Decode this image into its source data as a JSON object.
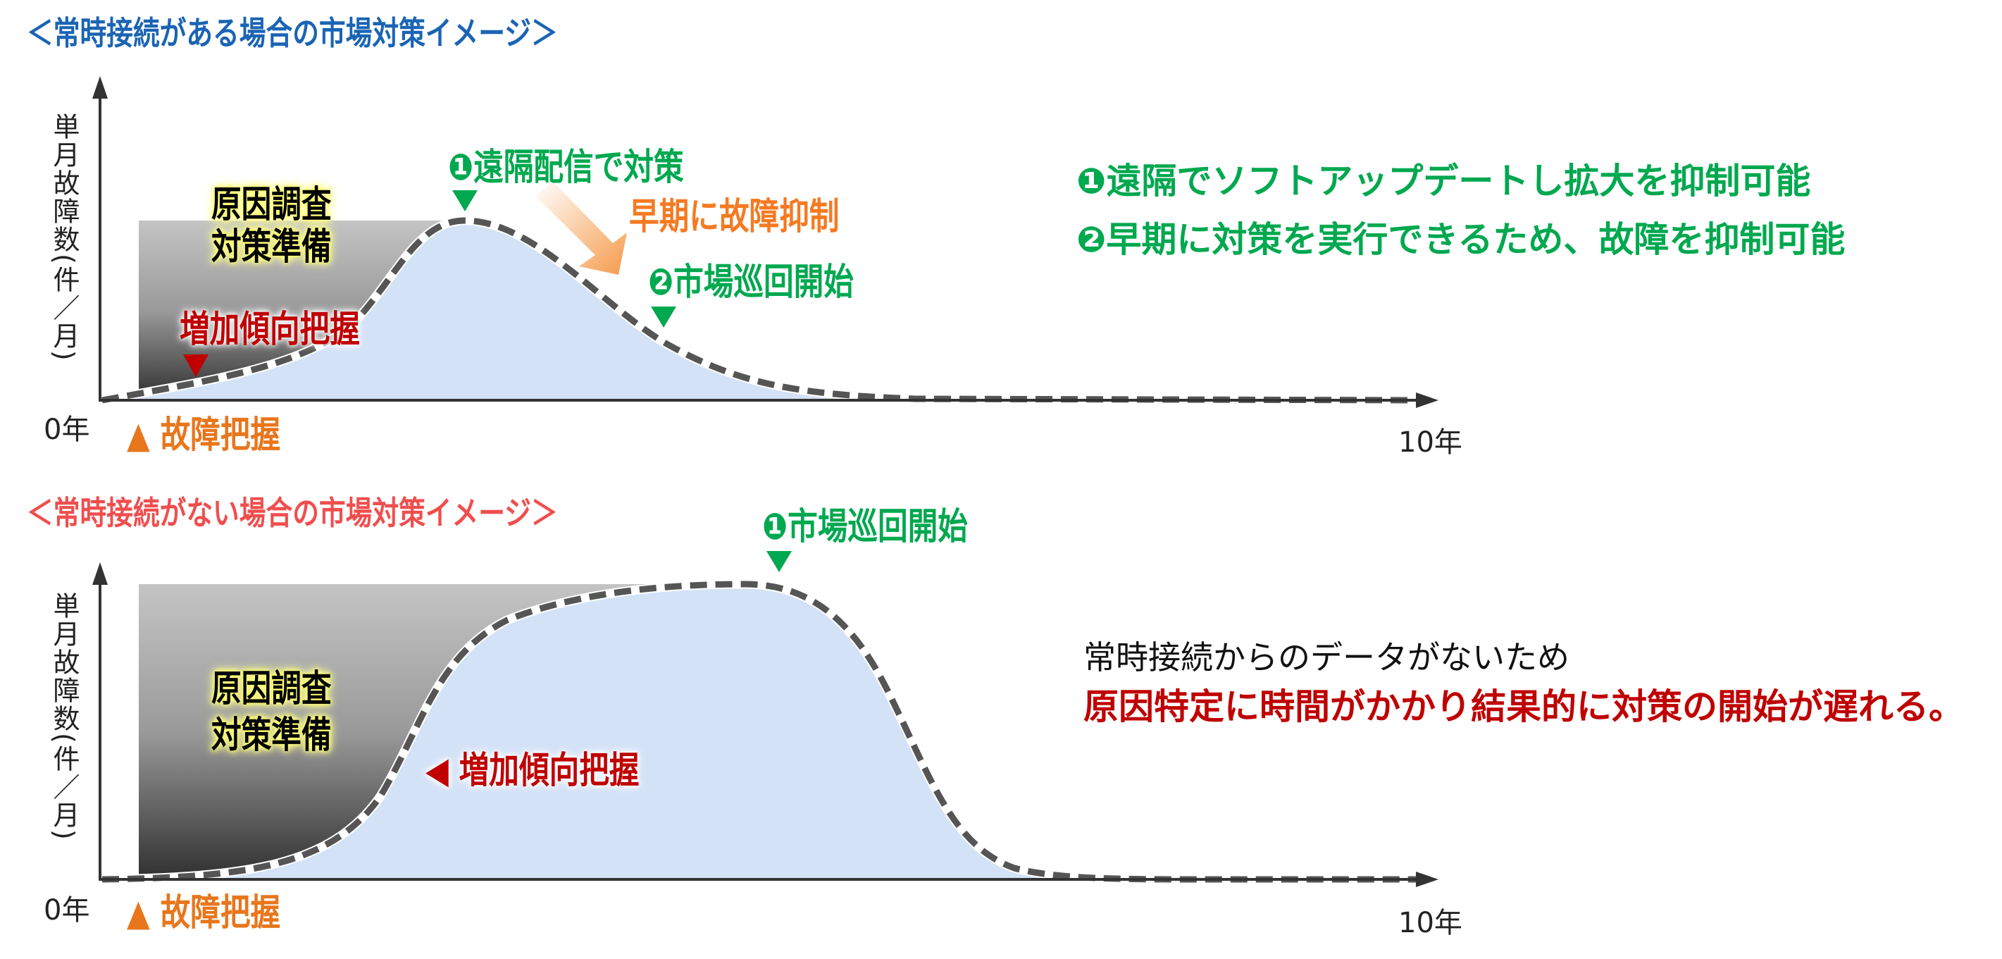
{
  "colors": {
    "blue_title": "#1a64b4",
    "red_title": "#f04e4e",
    "green": "#00a84f",
    "red": "#c00000",
    "orange": "#e8761c",
    "curve_fill": "#d4e2f7",
    "curve_stroke": "#555555"
  },
  "top": {
    "title": "＜常時接続がある場合の市場対策イメージ＞",
    "y_axis_label": "単月故障数(件／月)",
    "x_start": "0年",
    "x_end": "10年",
    "fault_detect": "▲ 故障把握",
    "investigation_line1": "原因調査",
    "investigation_line2": "対策準備",
    "trend_detect": "増加傾向把握",
    "remote_action": "❶遠隔配信で対策",
    "early_suppress": "早期に故障抑制",
    "market_patrol": "❷市場巡回開始",
    "notes": [
      "❶遠隔でソフトアップデートし拡大を抑制可能",
      "❷早期に対策を実行できるため、故障を抑制可能"
    ]
  },
  "bottom": {
    "title": "＜常時接続がない場合の市場対策イメージ＞",
    "y_axis_label": "単月故障数(件／月)",
    "x_start": "0年",
    "x_end": "10年",
    "fault_detect": "▲ 故障把握",
    "investigation_line1": "原因調査",
    "investigation_line2": "対策準備",
    "trend_detect": "◀ 増加傾向把握",
    "market_patrol": "❶市場巡回開始",
    "note_line1": "常時接続からのデータがないため",
    "note_line2": "原因特定に時間がかかり結果的に対策の開始が遅れる。"
  }
}
